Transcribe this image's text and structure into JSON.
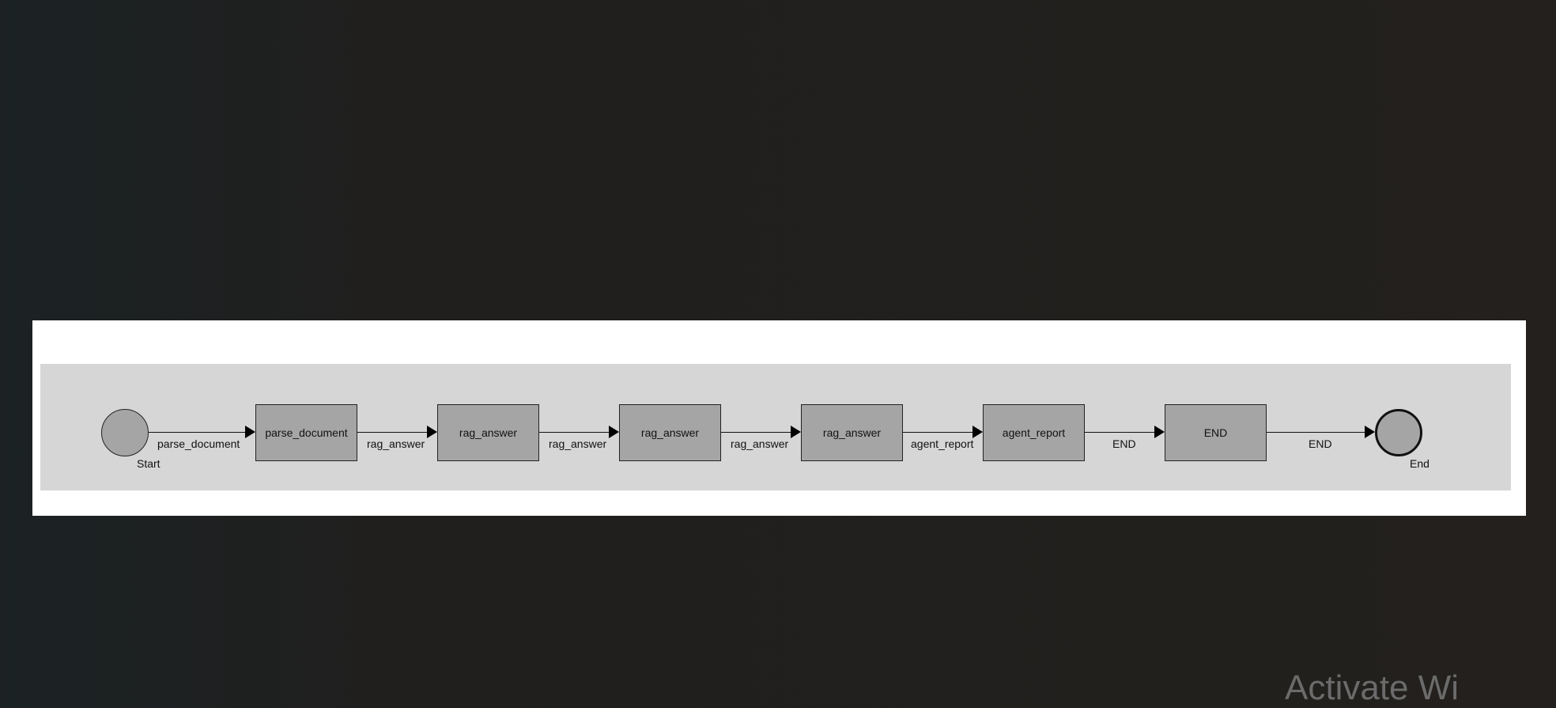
{
  "diagram": {
    "start_label": "Start",
    "end_label": "End",
    "nodes": [
      "parse_document",
      "rag_answer",
      "rag_answer",
      "rag_answer",
      "agent_report",
      "END"
    ],
    "edges": [
      "parse_document",
      "rag_answer",
      "rag_answer",
      "rag_answer",
      "agent_report",
      "END",
      "END"
    ]
  },
  "watermark": "Activate Wi",
  "colors": {
    "node_fill": "#a5a5a5",
    "lane": "#d6d6d6",
    "panel": "#ffffff",
    "background": "#23201d"
  }
}
